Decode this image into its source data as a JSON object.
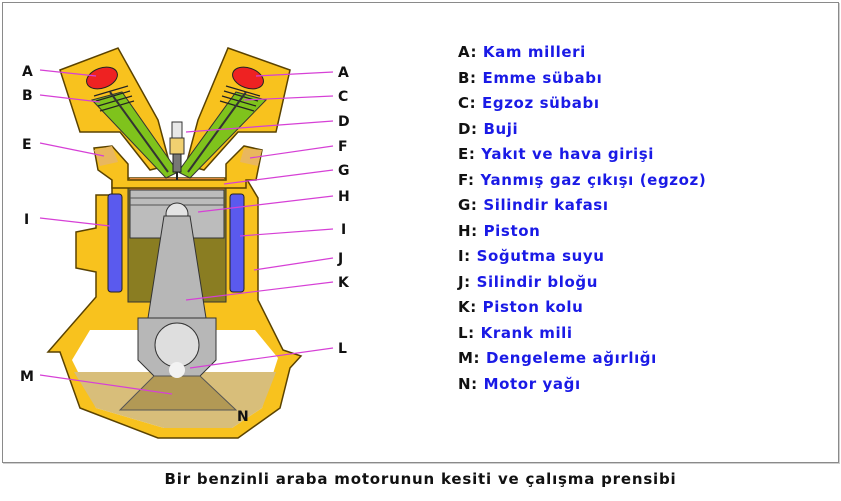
{
  "diagram": {
    "callout_letters": {
      "left": [
        "A",
        "B",
        "E",
        "I",
        "M"
      ],
      "right": [
        "A",
        "C",
        "D",
        "F",
        "G",
        "H",
        "I",
        "J",
        "K",
        "L"
      ],
      "bottom": "N"
    }
  },
  "legend": [
    {
      "key": "A:",
      "label": "Kam milleri"
    },
    {
      "key": "B:",
      "label": "Emme sübabı"
    },
    {
      "key": "C:",
      "label": "Egzoz sübabı"
    },
    {
      "key": "D:",
      "label": "Buji"
    },
    {
      "key": "E:",
      "label": "Yakıt ve hava girişi"
    },
    {
      "key": "F:",
      "label": "Yanmış gaz çıkışı (egzoz)"
    },
    {
      "key": "G:",
      "label": "Silindir kafası"
    },
    {
      "key": "H:",
      "label": "Piston"
    },
    {
      "key": "I:",
      "label": "Soğutma suyu"
    },
    {
      "key": "J:",
      "label": "Silindir bloğu"
    },
    {
      "key": "K:",
      "label": "Piston kolu"
    },
    {
      "key": "L:",
      "label": "Krank mili"
    },
    {
      "key": "M:",
      "label": "Dengeleme ağırlığı"
    },
    {
      "key": "N:",
      "label": "Motor yağı"
    }
  ],
  "caption": "Bir benzinli araba motorunun kesiti ve çalışma prensibi",
  "colors": {
    "block_yellow": "#f8c21e",
    "block_outline": "#5a4200",
    "coolant_blue": "#5a5aee",
    "cam_red": "#ee2222",
    "valve_green": "#7fc31c",
    "piston_grey": "#bcbcbc",
    "piston_top": "#e08a3c",
    "cylinder_olive": "#8a7d22",
    "oil_tan": "#d8be7a",
    "callout_magenta": "#d640d6",
    "label_blue": "#1a1ae6"
  }
}
